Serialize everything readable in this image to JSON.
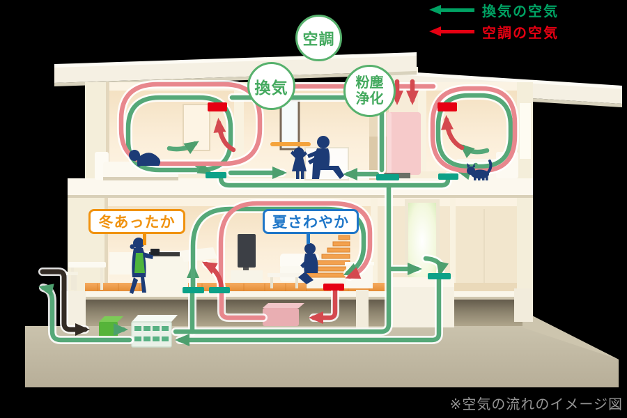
{
  "legend": {
    "ventilation_air": {
      "label": "換気の空気",
      "color": "#00a263",
      "arrow_icon": "arrow-left-icon"
    },
    "conditioned_air": {
      "label": "空調の空気",
      "color": "#e60012",
      "arrow_icon": "arrow-left-icon"
    }
  },
  "badges": {
    "air_conditioning": {
      "label": "空調"
    },
    "ventilation": {
      "label": "換気"
    },
    "dust_purification": {
      "label": "粉塵浄化"
    }
  },
  "callouts": {
    "winter": {
      "label": "冬あったか",
      "color": "#f0920e"
    },
    "summer": {
      "label": "夏さわやか",
      "color": "#1e76c8"
    }
  },
  "caption": {
    "text": "※空気の流れのイメージ図"
  },
  "colors": {
    "background": "#000000",
    "legend_green": "#00a263",
    "legend_red": "#e60012",
    "flow_green": "#55a878",
    "flow_red_soft": "#e8878d",
    "flow_red_strong": "#d4494f",
    "intake_dark": "#332b24",
    "vent_teal": "#0ba187",
    "vent_red": "#e60012",
    "unit_pink": "#f6caca",
    "fan_green": "#56b43a",
    "silhouette_navy": "#1c3b76",
    "floor_orange": "#ec9540",
    "caption_gray": "#949494"
  },
  "diagram": {
    "type": "house-airflow-cross-section",
    "floors": [
      "second-floor",
      "first-floor",
      "underfloor"
    ],
    "equipment": [
      "air-handling-unit",
      "underfloor-ac-unit",
      "intake-fan-unit",
      "filter-heat-exchange-unit"
    ],
    "flows": [
      {
        "name": "ventilation-air",
        "color": "#55a878"
      },
      {
        "name": "conditioned-air",
        "color": "#e8878d"
      },
      {
        "name": "fresh-air-intake",
        "color": "#332b24"
      }
    ]
  }
}
